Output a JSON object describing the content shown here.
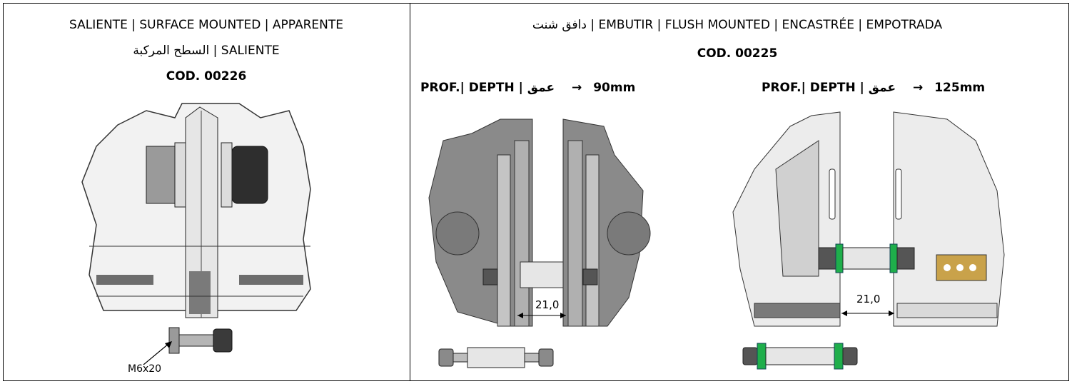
{
  "left_panel": {
    "title_line1": "SALIENTE | SURFACE MOUNTED | APPARENTE",
    "title_line2": "السطح المركبة | SALIENTE",
    "code": "COD. 00226",
    "bolt_label": "M6x20"
  },
  "right_panel": {
    "title": "دافق شنت | EMBUTIR | FLUSH MOUNTED | ENCASTRÉE | EMPOTRADA",
    "code": "COD. 00225",
    "depth_a": {
      "label": "PROF.| DEPTH | عمق",
      "arrow": "→",
      "value": "90mm",
      "dimension": "21,0"
    },
    "depth_b": {
      "label": "PROF.| DEPTH | عمق",
      "arrow": "→",
      "value": "125mm",
      "dimension": "21,0"
    }
  },
  "colors": {
    "gray_housing": "#8a8a8a",
    "light_housing": "#ececec",
    "green_spacer": "#1fae4b",
    "brass_terminal": "#c9a24a"
  }
}
